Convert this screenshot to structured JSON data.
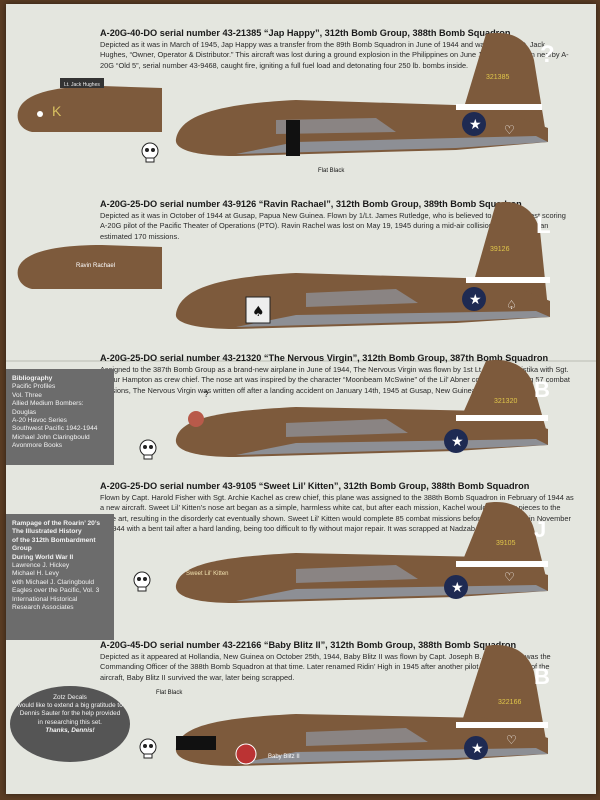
{
  "sections": [
    {
      "title": "A-20G-40-DO serial number 43-21385 “Jap Happy”, 312th Bomb Group, 388th Bomb Squadron",
      "desc": "Depicted as it was in March of 1945, Jap Happy was a transfer from the 89th Bomb Squadron in June of 1944 and was flown by Lt. Jack Hughes, “Owner, Operator & Distributor.” This aircraft was lost during a ground explosion in the Philippines on June 10th, 1945, when nearby A-20G “Old 5”, serial number 43-9468, caught fire, igniting a full fuel load and detonating four 250 lb. bombs inside.",
      "tail_letter": "?",
      "tail_serial": "321385",
      "tail_symbol": "heart",
      "callout": "Flat Black",
      "nose_text": "Lt. Jack Hughes"
    },
    {
      "title": "A-20G-25-DO serial number 43-9126 “Ravin Rachael”, 312th Bomb Group, 389th Bomb Squadron",
      "desc": "Depicted as it was in October of 1944 at Gusap, Papua New Guinea. Flown by 1/Lt. James Rutledge, who is believed to be the highest scoring A-20G pilot of the Pacific Theater of Operations (PTO). Ravin Rachel was lost on May 19, 1945 during a mid-air collision, having flown an estimated 170 missions.",
      "tail_letter": "L",
      "tail_serial": "39126",
      "tail_symbol": "spade",
      "nose_text": "Ravin Rachael"
    },
    {
      "title": "A-20G-25-DO serial number 43-21320 “The Nervous Virgin”, 312th Bomb Group, 387th Bomb Squadron",
      "desc": "Assigned to the 387th Bomb Group as a brand-new airplane in June of 1944, The Nervous Virgin was flown by 1st Lt. Edgar R. Bistika with Sgt. Arthur Hampton as crew chief. The nose art was inspired by the character “Moonbeam McSwine” of the Lil’ Abner comics. After flying 57 combat missions, The Nervous Virgin was written off after a landing accident on January 14th, 1945 at Gusap, New Guinea.",
      "tail_letter": "B",
      "tail_serial": "321320",
      "tail_symbol": "",
      "nose_text": "?"
    },
    {
      "title": "A-20G-25-DO serial number 43-9105 “Sweet Lil’ Kitten”, 312th Bomb Group, 388th Bomb Squadron",
      "desc": "Flown by Capt. Harold Fisher with Sgt. Archie Kachel as crew chief, this plane was assigned to the 388th Bomb Squadron in February of 1944 as a new aircraft. Sweet Lil’ Kitten’s nose art began as a simple, harmless white cat, but after each mission, Kachel would add new pieces to the nose art, resulting in the disorderly cat eventually shown. Sweet Lil’ Kitten would complete 85 combat missions before being retired in November of 1944 with a bent tail after a hard landing, being too difficult to fly without major repair. It was scrapped at Nadzab in 1947.",
      "tail_letter": "J",
      "tail_serial": "39105",
      "tail_symbol": "heart",
      "nose_text": "Sweet Lil' Kitten"
    },
    {
      "title": "A-20G-45-DO serial number 43-22166 “Baby Blitz II”, 312th Bomb Group, 388th Bomb Squadron",
      "desc": "Depicted as it appeared at Hollandia, New Guinea on October 25th, 1944, Baby Blitz II was flown by Capt. Joseph B. Blitzke, who was the Commanding Officer of the 388th Bomb Squadron at that time. Later renamed Ridin’ High in 1945 after another pilot took command of the aircraft, Baby Blitz II survived the war, later being scrapped.",
      "tail_letter": "B",
      "tail_serial": "322166",
      "tail_symbol": "heart",
      "callout": "Flat Black",
      "nose_text": "Baby Blitz II"
    }
  ],
  "bibliography": {
    "heading": "Bibliography",
    "lines": [
      "Pacific Profiles",
      "Vol. Three",
      "Allied Medium Bombers: Douglas",
      "A-20 Havoc Series",
      "Southwest Pacific 1942-1944",
      "Michael John Claringbould",
      "Avonmore Books"
    ]
  },
  "rampage": {
    "lines_bold": [
      "Rampage of the Roarin’ 20’s",
      "The Illustrated History",
      "of the 312th Bombardment Group",
      "During World War II"
    ],
    "lines": [
      "Lawrence J. Hickey",
      "Michael H. Levy",
      "with Michael J. Claringbould",
      "Eagles over the Pacific, Vol. 3",
      "International Historical",
      "Research Associates"
    ]
  },
  "thanks": {
    "lines": [
      "Zotz Decals",
      "would like to extend a big gratitude to",
      "Dennis Sauter for the help provided",
      "in researching this set."
    ],
    "signoff": "Thanks, Dennis!"
  },
  "colors": {
    "olive_drab": "#7d5a3c",
    "neutral_grey": "#8d8f95",
    "sheet": "#e4e6df",
    "frame": "#5b3d24"
  }
}
